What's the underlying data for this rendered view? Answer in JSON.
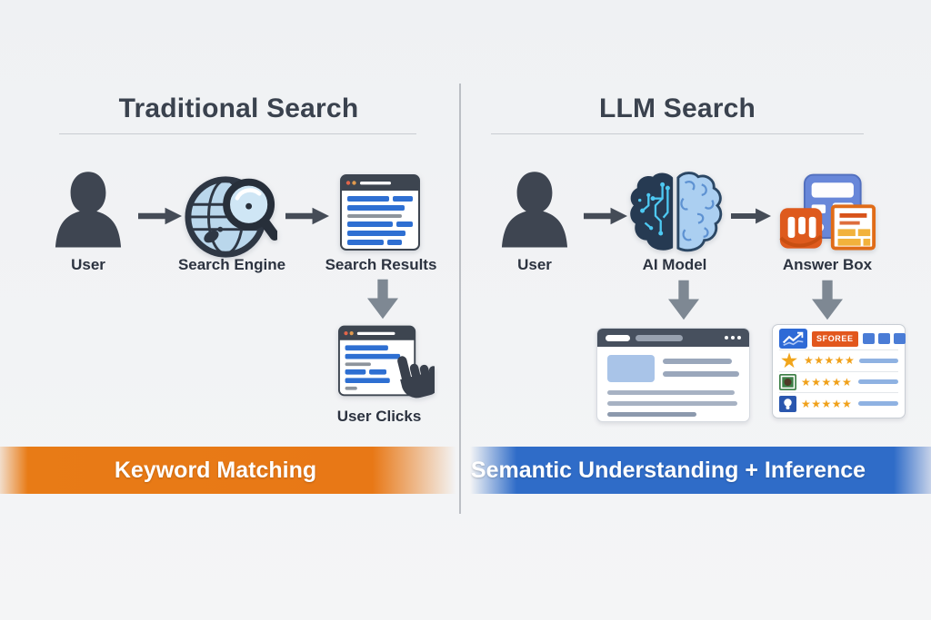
{
  "canvas": {
    "background": "#f1f2f4",
    "divider_color": "#a9adb4"
  },
  "left": {
    "title": "Traditional Search",
    "steps": [
      {
        "label": "User",
        "icon": "user-silhouette"
      },
      {
        "label": "Search Engine",
        "icon": "globe-magnifier"
      },
      {
        "label": "Search Results",
        "icon": "browser-results"
      }
    ],
    "click_step": {
      "label": "User Clicks",
      "icon": "browser-click-hand"
    },
    "banner": {
      "label": "Keyword Matching",
      "color": "#e8791a"
    }
  },
  "right": {
    "title": "LLM Search",
    "steps": [
      {
        "label": "User",
        "icon": "user-silhouette"
      },
      {
        "label": "AI Model",
        "icon": "circuit-brain"
      },
      {
        "label": "Answer Box",
        "icon": "shopping-answer-box"
      }
    ],
    "banner": {
      "label": "Semantic Understanding + Inference",
      "color": "#2f6cc8"
    },
    "answer_card": {
      "store_badge": "SFOREE",
      "big_star": "★",
      "stars": "★★★★★"
    }
  }
}
